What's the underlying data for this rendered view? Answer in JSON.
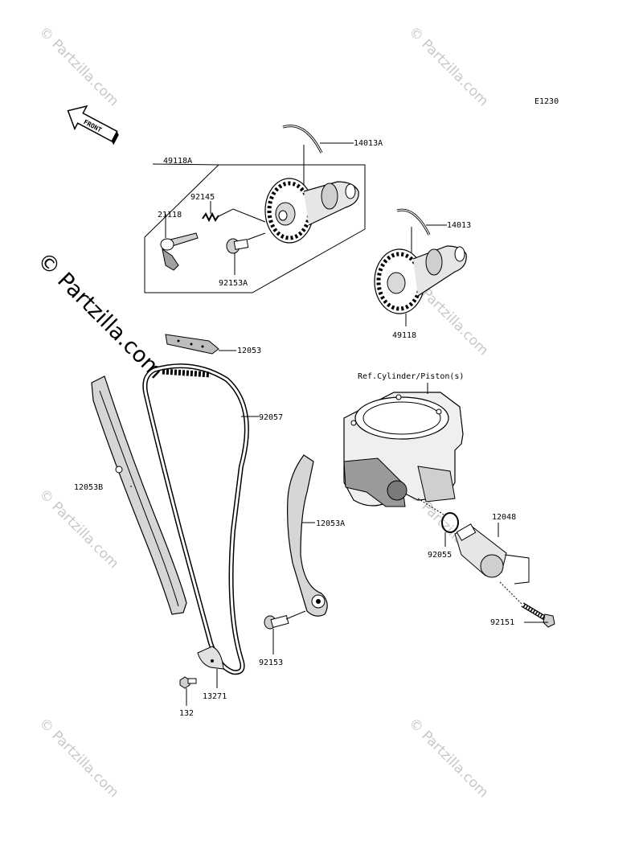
{
  "diagram_code": "E1230",
  "front_arrow_label": "FRONT",
  "reference_label": "Ref.Cylinder/Piston(s)",
  "watermark_text": "© Partzilla.com",
  "parts": {
    "p14013A": "14013A",
    "p49118A": "49118A",
    "p92145": "92145",
    "p21118": "21118",
    "p92153A": "92153A",
    "p14013": "14013",
    "p49118": "49118",
    "p12053": "12053",
    "p92057": "92057",
    "p12053B": "12053B",
    "p12053A": "12053A",
    "p12048": "12048",
    "p92055": "92055",
    "p92151": "92151",
    "p92153": "92153",
    "p13271": "13271",
    "p132": "132"
  }
}
